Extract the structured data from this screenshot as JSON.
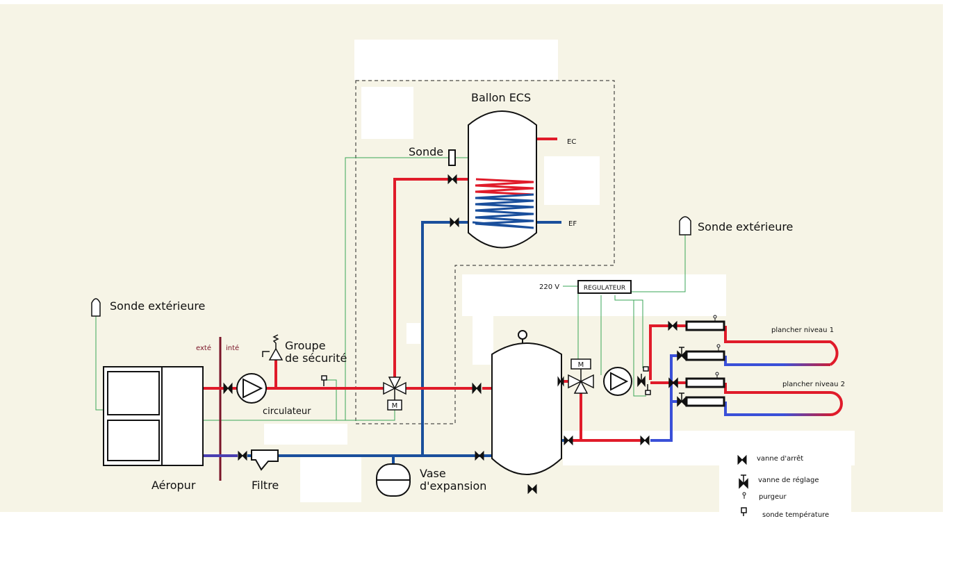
{
  "colors": {
    "background": "#f6f4e6",
    "hot": "#e01b2a",
    "cold": "#1a4f9c",
    "cold_loop": "#3a50d8",
    "hot_loop": "#e01b2a",
    "signal": "#3aa657",
    "wall": "#7a1428"
  },
  "labels": {
    "ballon_ecs": "Ballon ECS",
    "sonde": "Sonde",
    "ec": "EC",
    "ef": "EF",
    "sonde_ext_right": "Sonde extérieure",
    "sonde_ext_left": "Sonde extérieure",
    "v220": "220 V",
    "regulateur": "REGULATEUR",
    "exte": "exté",
    "inte": "inté",
    "groupe_line1": "Groupe",
    "groupe_line2": "de sécurité",
    "circulateur": "circulateur",
    "aeropur": "Aéropur",
    "filtre": "Filtre",
    "vase_line1": "Vase",
    "vase_line2": "d'expansion",
    "plancher1": "plancher niveau 1",
    "plancher2": "plancher niveau 2",
    "motor_m": "M"
  },
  "legend": [
    {
      "icon": "stop-valve-icon",
      "text": "vanne d'arrêt"
    },
    {
      "icon": "balancing-valve-icon",
      "text": "vanne de réglage"
    },
    {
      "icon": "air-vent-icon",
      "text": "purgeur"
    },
    {
      "icon": "temperature-probe-icon",
      "text": "sonde température"
    }
  ]
}
